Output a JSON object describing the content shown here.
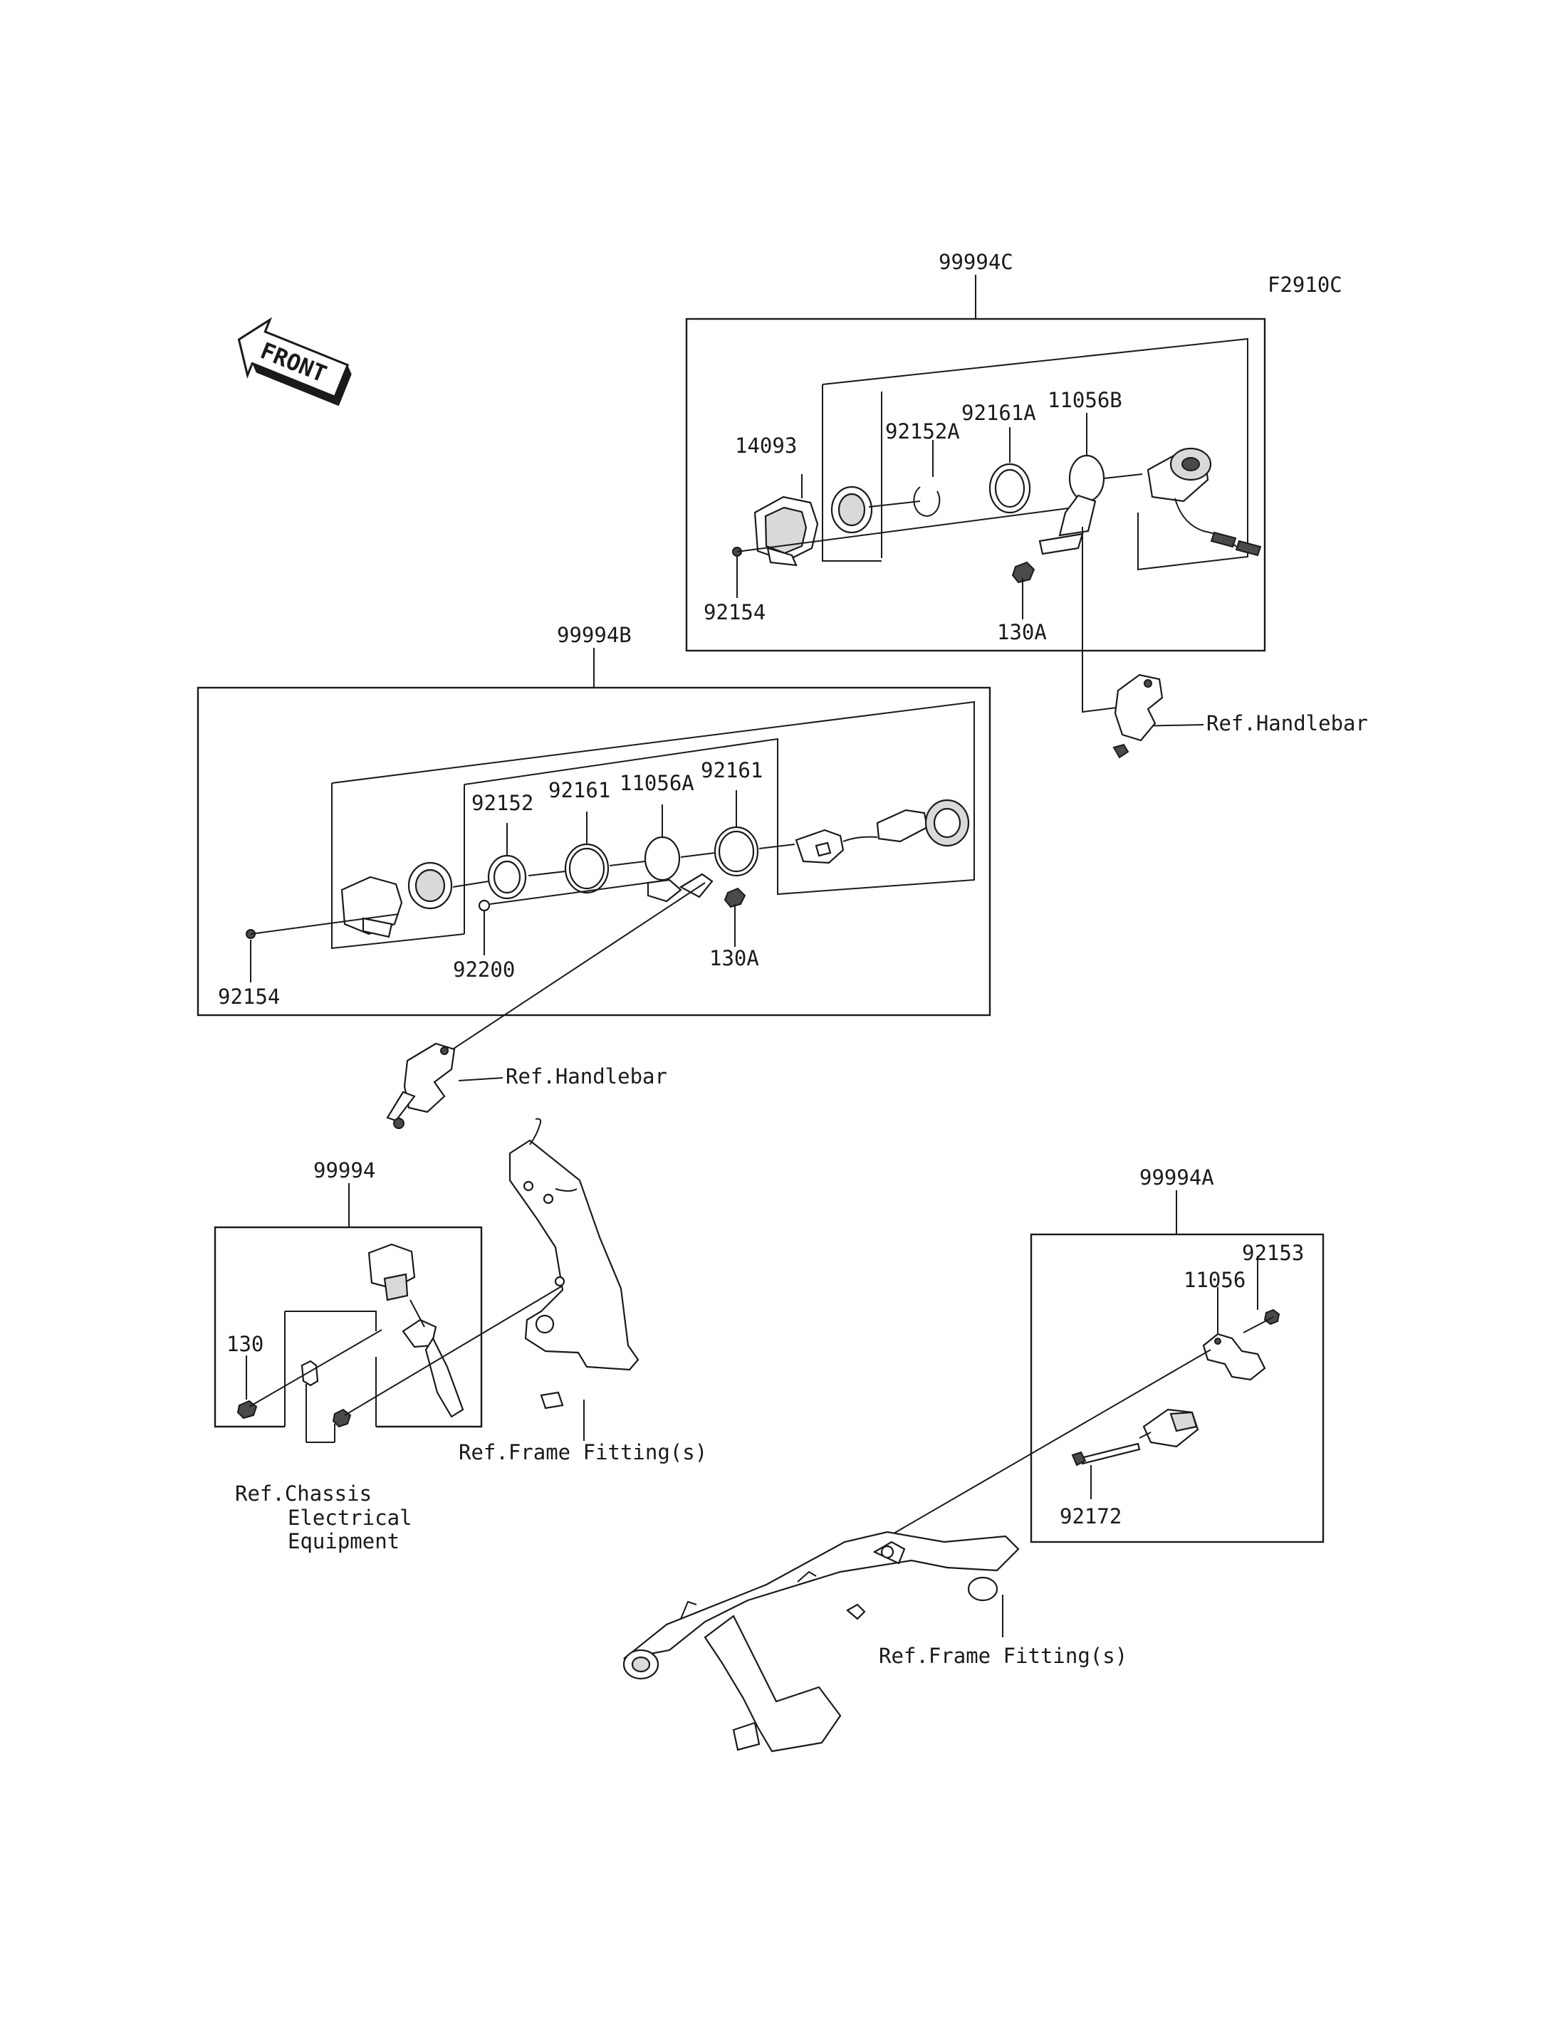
{
  "diagram_code": "F2910C",
  "front_marker": "FRONT",
  "groups": {
    "g99994C": {
      "label": "99994C",
      "parts": [
        "14093",
        "92152A",
        "92161A",
        "11056B",
        "92154",
        "130A"
      ],
      "reference": "Ref.Handlebar"
    },
    "g99994B": {
      "label": "99994B",
      "parts": [
        "92152",
        "92161",
        "11056A",
        "92161",
        "92154",
        "92200",
        "130A"
      ],
      "reference": "Ref.Handlebar"
    },
    "g99994": {
      "label": "99994",
      "parts": [
        "130"
      ],
      "references": [
        "Ref.Chassis",
        "Electrical",
        "Equipment",
        "Ref.Frame Fitting(s)"
      ]
    },
    "g99994A": {
      "label": "99994A",
      "parts": [
        "92153",
        "11056",
        "92172"
      ],
      "reference": "Ref.Frame Fitting(s)"
    }
  }
}
